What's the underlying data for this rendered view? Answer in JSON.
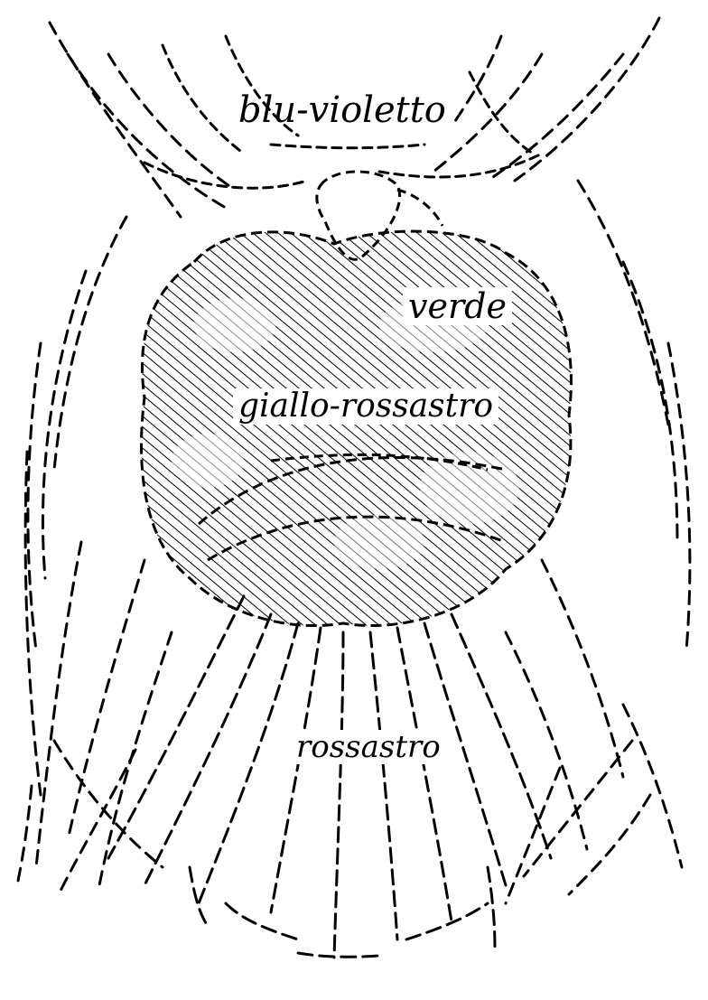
{
  "labels": {
    "top": "blu-violetto",
    "upper_right": "verde",
    "center": "giallo-rossastro",
    "bottom": "rossastro"
  },
  "colors": {
    "ink": "#000000",
    "paper": "#ffffff"
  }
}
